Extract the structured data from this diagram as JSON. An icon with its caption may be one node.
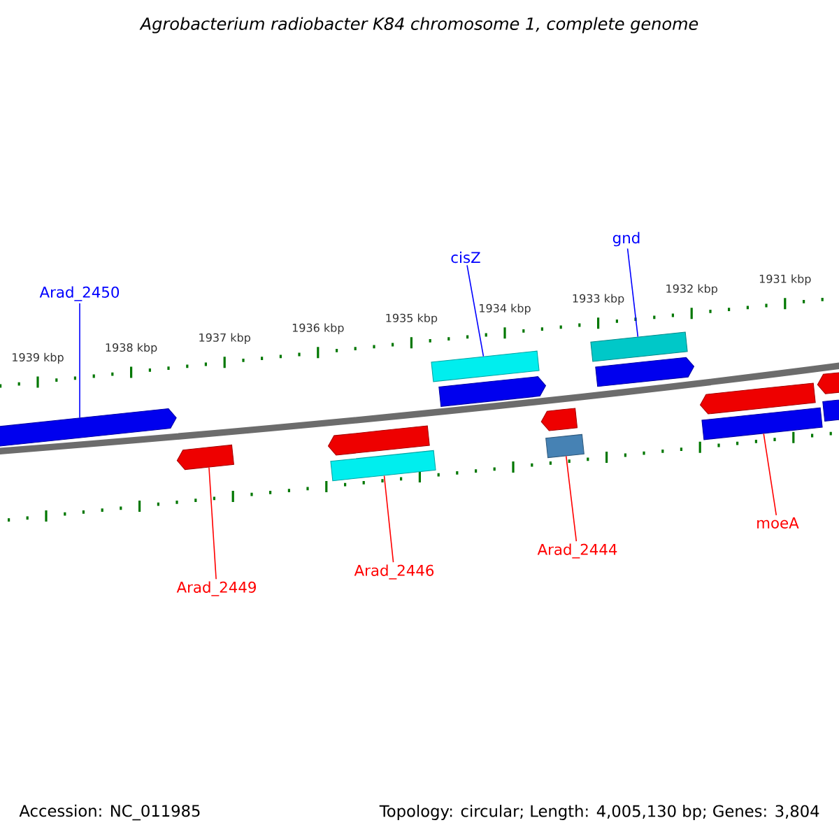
{
  "diagram": {
    "title": "Agrobacterium radiobacter K84 chromosome 1, complete genome",
    "nodes": [
      {
        "text": [
          "Arad_2450"
        ]
      },
      {
        "text": [
          "cisZ"
        ]
      },
      {
        "text": [
          "gnd"
        ]
      },
      {
        "text": [
          "Arad_2449"
        ]
      },
      {
        "text": [
          "Arad_2446"
        ]
      },
      {
        "text": [
          "Arad_2444"
        ]
      },
      {
        "text": [
          "moeA"
        ]
      },
      {
        "text": [],
        "shape": "bar"
      },
      {
        "text": [],
        "shape": "bar"
      },
      {
        "text": [],
        "shape": "bar"
      },
      {
        "text": [],
        "shape": "bar"
      },
      {
        "text": [],
        "shape": "bar"
      },
      {
        "text": [],
        "shape": "bar"
      },
      {
        "text": [],
        "shape": "bar"
      },
      {
        "text": [],
        "shape": "bar"
      },
      {
        "text": [],
        "shape": "bar"
      },
      {
        "text": [],
        "shape": "bar"
      },
      {
        "text": [],
        "shape": "bar"
      },
      {
        "text": [],
        "shape": "bar"
      },
      {
        "text": [],
        "shape": "bar"
      },
      {
        "text": [],
        "shape": "bar"
      }
    ],
    "edges": [
      {
        "from": 0,
        "to": 7,
        "arrow": "none",
        "color": "#0000ff"
      },
      {
        "from": 1,
        "to": 11,
        "arrow": "none",
        "color": "#0000ff"
      },
      {
        "from": 2,
        "to": 15,
        "arrow": "none",
        "color": "#0000ff"
      },
      {
        "from": 3,
        "to": 8,
        "arrow": "none"
      },
      {
        "from": 4,
        "to": 10,
        "arrow": "none"
      },
      {
        "from": 5,
        "to": 14,
        "arrow": "none"
      },
      {
        "from": 6,
        "to": 18,
        "arrow": "none"
      }
    ],
    "labels": [
      "1939 kbp",
      "1938 kbp",
      "1937 kbp",
      "1936 kbp",
      "1935 kbp",
      "1934 kbp",
      "1933 kbp",
      "1932 kbp",
      "1931 kbp",
      "Accession: NC_011985",
      "Topology: circular; Length: 4,005,130 bp; Genes: 3,804"
    ]
  }
}
